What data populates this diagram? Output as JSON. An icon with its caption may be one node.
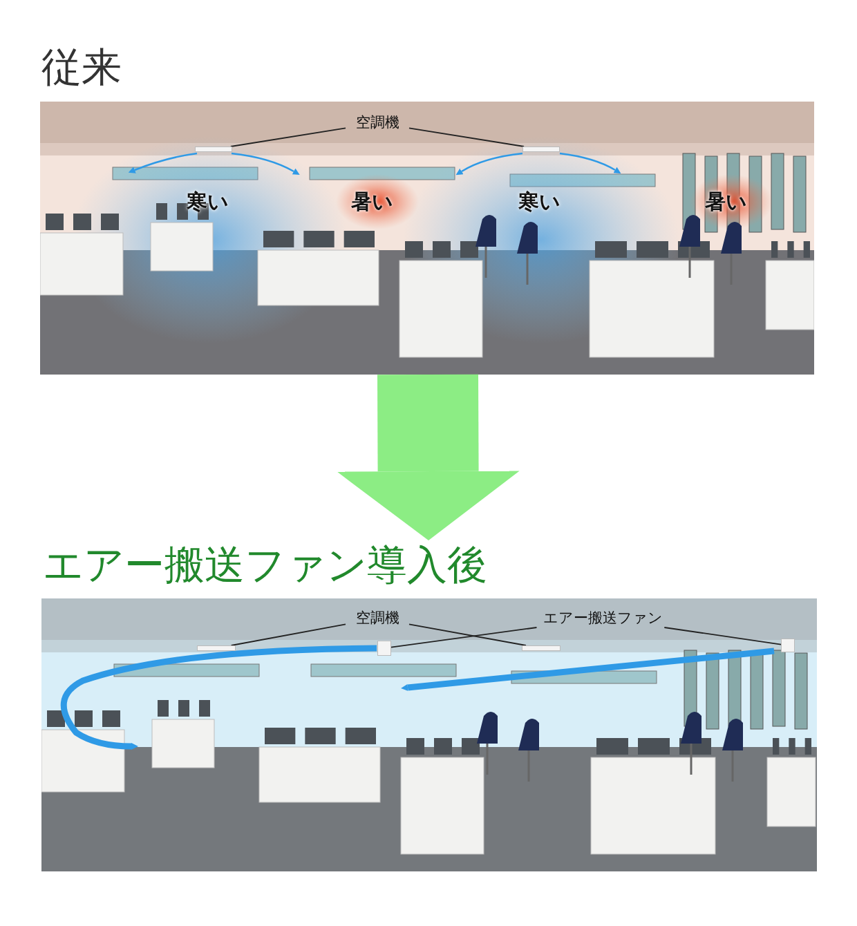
{
  "diagram": {
    "nodes": [
      {
        "text": [
          "従来"
        ]
      },
      {
        "text": [
          "エアー搬送ファン導入後"
        ]
      },
      {
        "text": [
          "空調機"
        ],
        "in": 0
      },
      {
        "text": [],
        "shape": "box",
        "in": 0
      },
      {
        "text": [],
        "shape": "box",
        "in": 0
      },
      {
        "text": [
          "空調機"
        ],
        "in": 1
      },
      {
        "text": [],
        "shape": "box",
        "in": 1
      },
      {
        "text": [],
        "shape": "box",
        "in": 1
      },
      {
        "text": [],
        "shape": "box",
        "in": 1
      },
      {
        "text": [
          "エアー搬送ファン"
        ],
        "in": 1
      },
      {
        "text": [],
        "shape": "box",
        "in": 1
      }
    ],
    "edges": [
      {
        "from": 0,
        "to": 1,
        "arrow": "to",
        "style": "thick",
        "color": "#8ced84"
      },
      {
        "from": 2,
        "to": 3,
        "arrow": "none"
      },
      {
        "from": 2,
        "to": 4,
        "arrow": "none"
      },
      {
        "from": 5,
        "to": 6,
        "arrow": "none"
      },
      {
        "from": 5,
        "to": 8,
        "arrow": "none"
      },
      {
        "from": 9,
        "to": 7,
        "arrow": "none"
      },
      {
        "from": 9,
        "to": 10,
        "arrow": "none"
      }
    ],
    "labels": [
      "寒い",
      "暑い",
      "寒い",
      "暑い"
    ]
  }
}
